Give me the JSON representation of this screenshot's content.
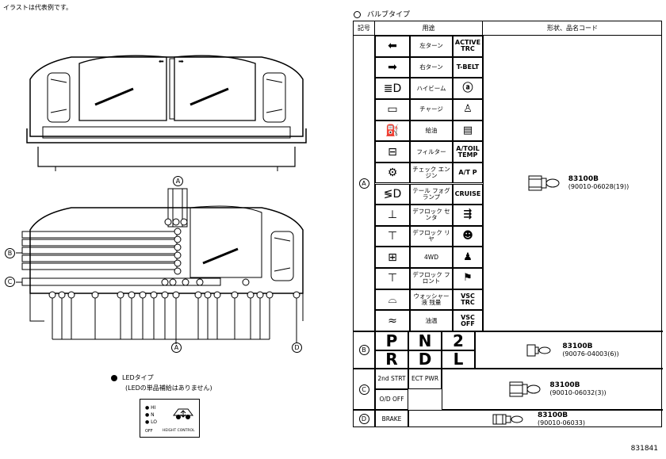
{
  "note": "イラストは代表例です。",
  "figure_number": "831841",
  "led": {
    "title": "LEDタイプ",
    "subtitle": "(LEDの単品補給はありません)",
    "labels": [
      "HI",
      "N",
      "LO",
      "OFF",
      "HEIGHT CONTROL"
    ]
  },
  "diagram_markers": [
    "A",
    "B",
    "C",
    "D"
  ],
  "bulb_table": {
    "title": "バルブタイプ",
    "headers": [
      "記号",
      "用途",
      "形状、品名コード"
    ],
    "group_a": {
      "marker": "A",
      "uses": [
        {
          "label": "左ターン",
          "code": "ACTIVE TRC",
          "icon": "arrow-left-icon",
          "code_icon": ""
        },
        {
          "label": "右ターン",
          "code": "T-BELT",
          "icon": "arrow-right-icon",
          "code_icon": ""
        },
        {
          "label": "ハイビーム",
          "code": "",
          "icon": "high-beam-icon",
          "code_icon": "abs-icon"
        },
        {
          "label": "チャージ",
          "code": "",
          "icon": "battery-icon",
          "code_icon": "seatbelt-icon"
        },
        {
          "label": "給油",
          "code": "",
          "icon": "fuel-pump-icon",
          "code_icon": "door-icon"
        },
        {
          "label": "フィルター",
          "code": "A/TOIL TEMP",
          "icon": "filter-icon",
          "code_icon": ""
        },
        {
          "label": "チェック エンジン",
          "code": "A/T P",
          "icon": "engine-icon",
          "code_icon": ""
        },
        {
          "label": "テール フォグランプ",
          "code": "CRUISE",
          "icon": "fog-lamp-icon",
          "code_icon": ""
        },
        {
          "label": "デフロック センタ",
          "code": "",
          "icon": "diff-center-icon",
          "code_icon": "ac-icon"
        },
        {
          "label": "デフロック リヤ",
          "code": "",
          "icon": "diff-rear-icon",
          "code_icon": "airbag-icon"
        },
        {
          "label": "4WD",
          "code": "",
          "icon": "4wd-icon",
          "code_icon": "person-icon"
        },
        {
          "label": "デフロック フロント",
          "code": "",
          "icon": "diff-front-icon",
          "code_icon": "slip-icon"
        },
        {
          "label": "ウォッシャー 液 残量",
          "code": "VSC TRC",
          "icon": "washer-icon",
          "code_icon": ""
        },
        {
          "label": "油温",
          "code": "VSC OFF",
          "icon": "oil-temp-icon",
          "code_icon": ""
        }
      ],
      "part_name": "83100B",
      "part_code": "(90010-06028(19))"
    },
    "group_b": {
      "marker": "B",
      "letters": [
        "P",
        "N",
        "2",
        "R",
        "D",
        "L"
      ],
      "part_name": "83100B",
      "part_code": "(90076-04003(6))"
    },
    "group_c": {
      "marker": "C",
      "labels": [
        "2nd STRT",
        "ECT PWR",
        "O/D OFF"
      ],
      "part_name": "83100B",
      "part_code": "(90010-06032(3))"
    },
    "group_d": {
      "marker": "D",
      "labels": [
        "BRAKE"
      ],
      "part_name": "83100B",
      "part_code": "(90010-06033)"
    }
  }
}
